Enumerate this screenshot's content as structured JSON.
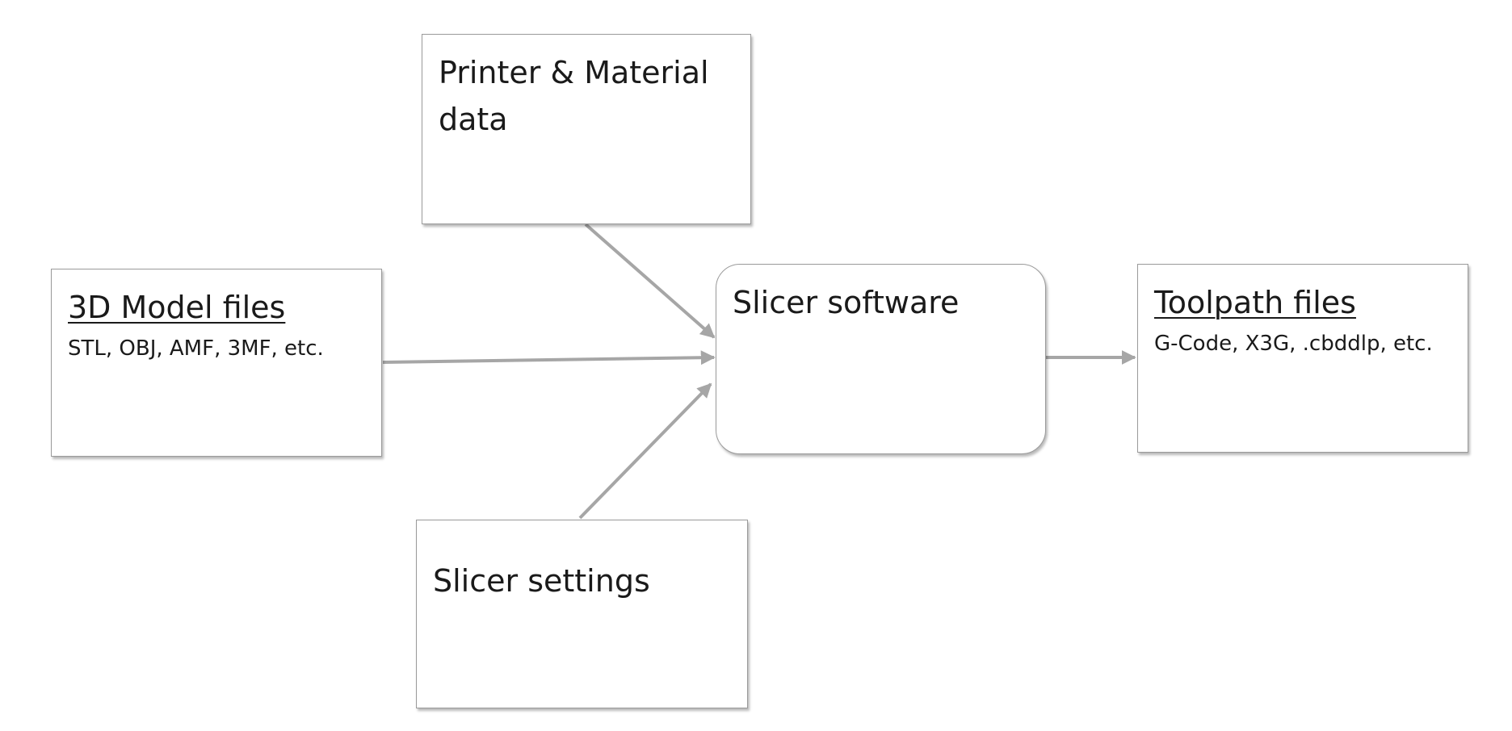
{
  "nodes": {
    "printer_material": {
      "title": "Printer & Material data"
    },
    "model_files": {
      "title": "3D Model files",
      "subtitle": "STL, OBJ, AMF, 3MF, etc."
    },
    "slicer_software": {
      "title": "Slicer software"
    },
    "slicer_settings": {
      "title": "Slicer settings"
    },
    "toolpath_files": {
      "title": "Toolpath files",
      "subtitle": "G-Code, X3G, .cbddlp, etc."
    }
  },
  "colors": {
    "arrow": "#a6a6a6",
    "border": "#9a9a9a"
  }
}
